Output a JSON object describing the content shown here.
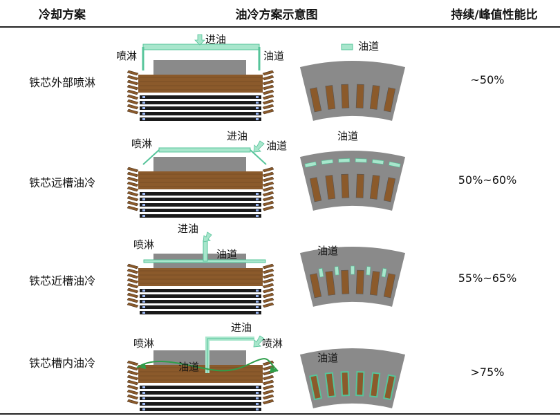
{
  "headers": {
    "scheme": "冷却方案",
    "diagram": "油冷方案示意图",
    "ratio": "持续/峰值性能比"
  },
  "rows": [
    {
      "name": "铁芯外部喷淋",
      "ratio": "~50%",
      "labels": {
        "inlet": "进油",
        "spray": "喷淋",
        "channel": "油道",
        "legend": "油道"
      }
    },
    {
      "name": "铁芯远槽油冷",
      "ratio": "50%~60%",
      "labels": {
        "inlet": "进油",
        "spray": "喷淋",
        "channel": "油道",
        "core_channel": "油道"
      }
    },
    {
      "name": "铁芯近槽油冷",
      "ratio": "55%~65%",
      "labels": {
        "inlet": "进油",
        "spray": "喷淋",
        "channel": "油道",
        "core_channel": "油道"
      }
    },
    {
      "name": "铁芯槽内油冷",
      "ratio": ">75%",
      "labels": {
        "inlet": "进油",
        "spray_left": "喷淋",
        "spray_right": "喷淋",
        "channel": "油道",
        "core_channel": "油道"
      }
    }
  ],
  "colors": {
    "oil": "#a8e6cc",
    "oil_stroke": "#56c49a",
    "core": "#8a8a8a",
    "copper": "#8b5a2b",
    "winding_dark": "#1a1a1a",
    "winding_blue": "#9bb6f0"
  }
}
